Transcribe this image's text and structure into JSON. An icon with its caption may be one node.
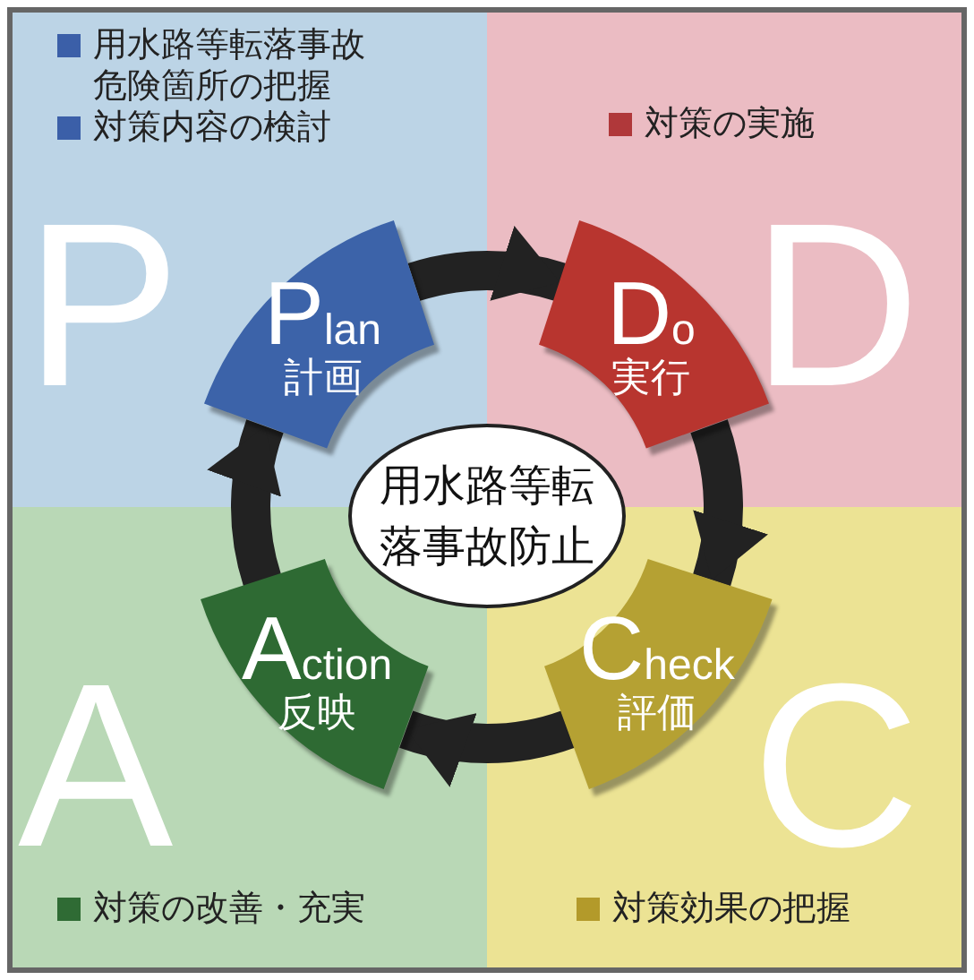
{
  "diagram": {
    "nodes": [
      {
        "text": [
          "Plan",
          "計画"
        ]
      },
      {
        "text": [
          "Do",
          "実行"
        ]
      },
      {
        "text": [
          "用水路等転落事故防止"
        ]
      },
      {
        "text": [
          "Action",
          "反映"
        ]
      },
      {
        "text": [
          "Check",
          "評価"
        ]
      }
    ],
    "edges": [
      {
        "from": 0,
        "to": 1,
        "arrow": "to"
      },
      {
        "from": 1,
        "to": 4,
        "arrow": "to"
      },
      {
        "from": 4,
        "to": 3,
        "arrow": "to"
      },
      {
        "from": 3,
        "to": 0,
        "arrow": "to"
      }
    ],
    "labels": [
      "用水路等転落事故危険箇所の把握",
      "対策内容の検討",
      "対策の実施",
      "P",
      "D",
      "A",
      "C",
      "対策の改善・充実",
      "対策効果の把握"
    ]
  }
}
